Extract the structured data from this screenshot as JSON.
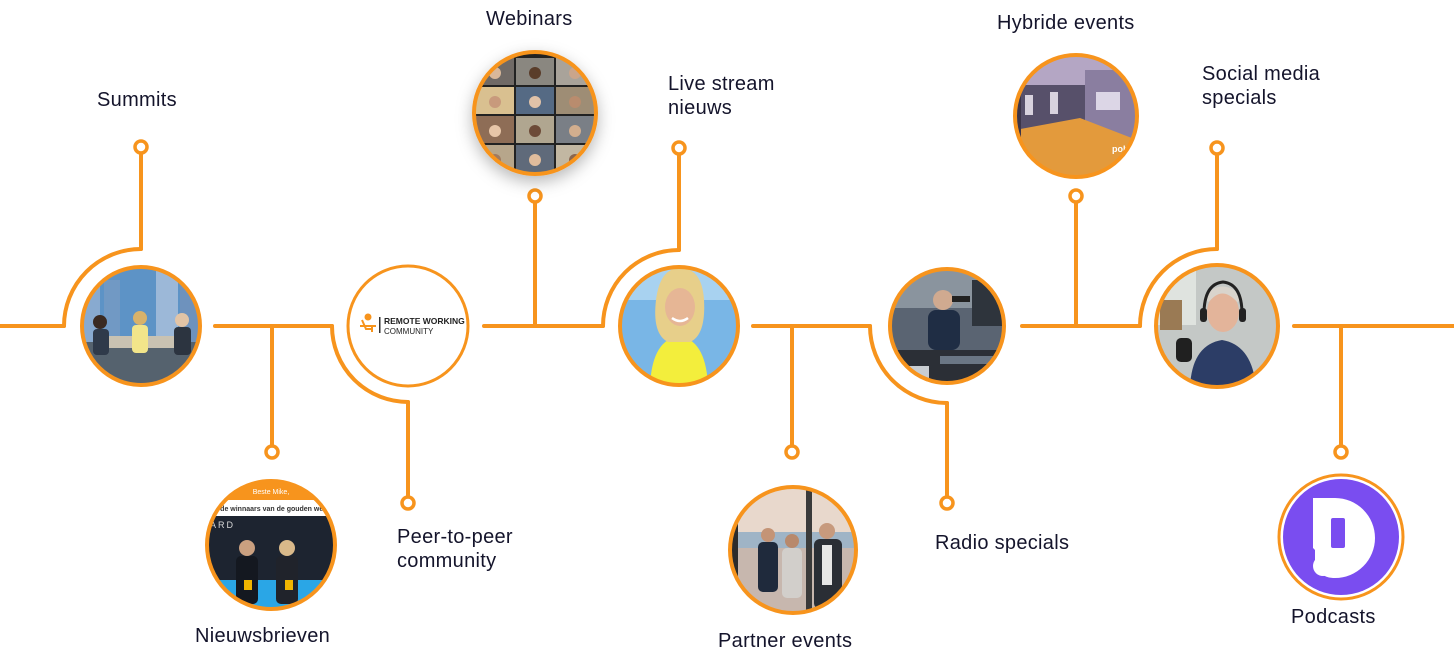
{
  "colors": {
    "line": "#f7941d",
    "label": "#14142b",
    "podcast": "#7a4df0"
  },
  "nodes": [
    {
      "id": "summits",
      "label": "Summits",
      "image": "photo-studio-panel"
    },
    {
      "id": "nieuwsbrieven",
      "label": "Nieuwsbrieven",
      "image": "photo-newsletter-award"
    },
    {
      "id": "peer",
      "label": "Peer-to-peer\ncommunity",
      "image": "remote-working-logo",
      "logo_line1": "REMOTE WORKING",
      "logo_line2": "COMMUNITY"
    },
    {
      "id": "webinars",
      "label": "Webinars",
      "image": "photo-video-call-grid"
    },
    {
      "id": "livestream",
      "label": "Live stream\nnieuws",
      "image": "photo-presenter"
    },
    {
      "id": "partner",
      "label": "Partner events",
      "image": "photo-party-group"
    },
    {
      "id": "radio",
      "label": "Radio specials",
      "image": "photo-radio-studio"
    },
    {
      "id": "hybride",
      "label": "Hybride events",
      "image": "photo-hybrid-room"
    },
    {
      "id": "social",
      "label": "Social media\nspecials",
      "image": "photo-headset-man"
    },
    {
      "id": "podcasts",
      "label": "Podcasts",
      "image": "podcast-logo-icon"
    }
  ]
}
